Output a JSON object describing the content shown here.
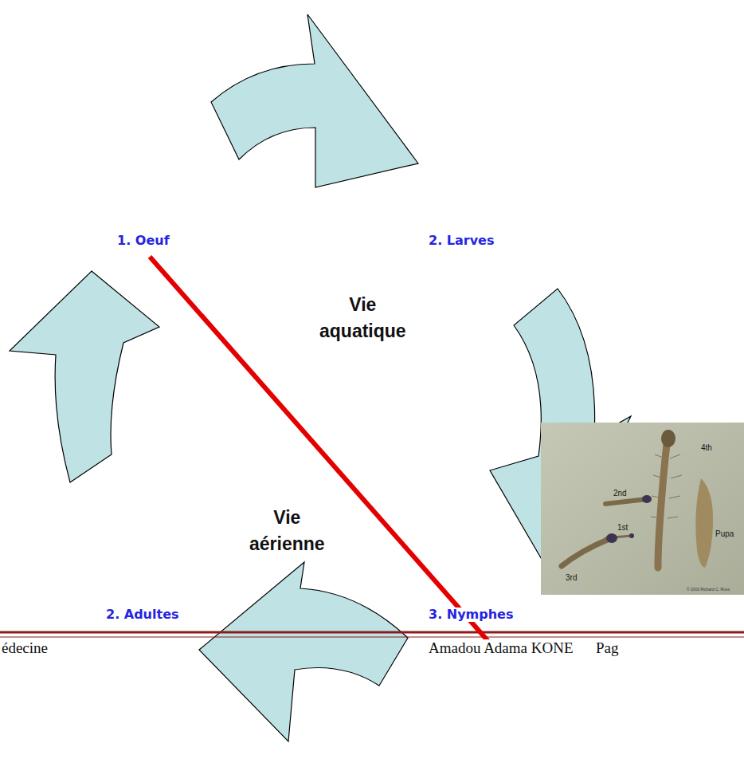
{
  "diagram": {
    "labels": [
      "1. Oeuf",
      "2. Larves",
      "Vie aquatique",
      "Vie aérienne",
      "2. Adultes",
      "3. Nymphes",
      "édecine",
      "Amadou Adama KONE",
      "Pag",
      "4th",
      "2nd",
      "1st",
      "3rd",
      "Pupa",
      "© 2000 Richard C. Russ"
    ]
  }
}
